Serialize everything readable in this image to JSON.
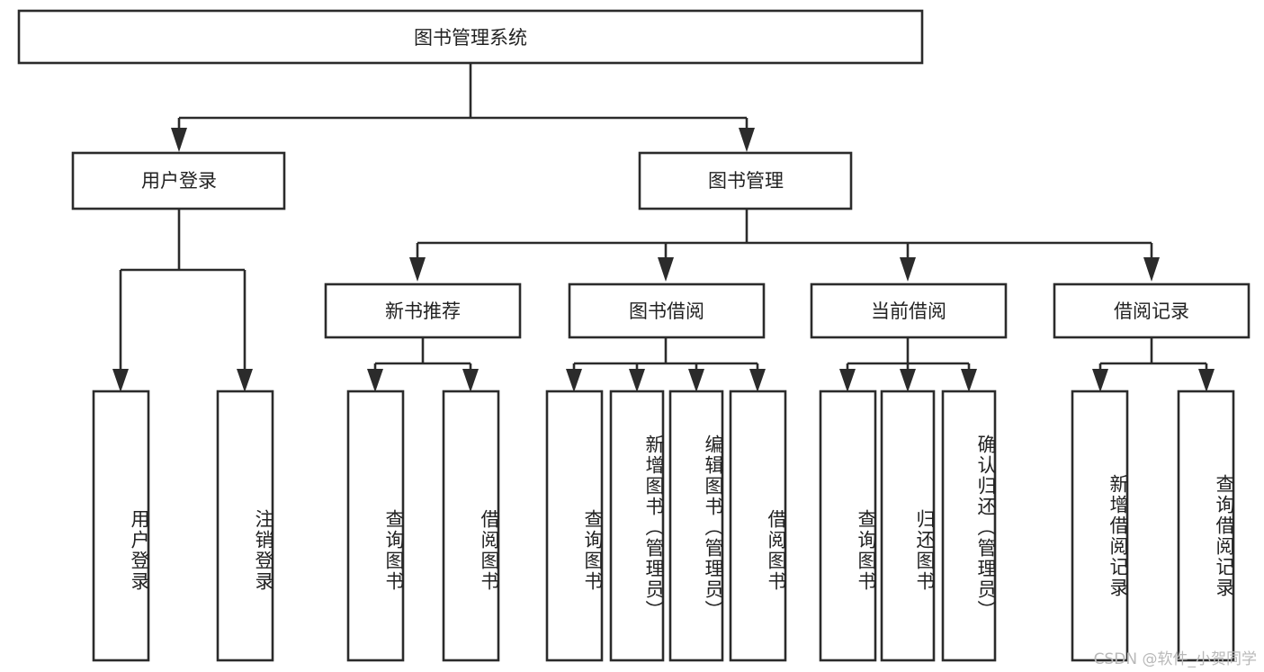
{
  "diagram": {
    "title": "图书管理系统",
    "type": "tree-hierarchy-diagram",
    "colors": {
      "box_stroke": "#2b2b2b",
      "box_fill": "#ffffff",
      "text": "#222222",
      "background": "#ffffff",
      "watermark": "#b9b9b9"
    },
    "root": {
      "id": "root",
      "label": "图书管理系统",
      "orientation": "horizontal"
    },
    "level2": [
      {
        "id": "user-login",
        "label": "用户登录",
        "orientation": "horizontal"
      },
      {
        "id": "book-management",
        "label": "图书管理",
        "orientation": "horizontal"
      }
    ],
    "level3": [
      {
        "id": "new-book-recommend",
        "label": "新书推荐",
        "orientation": "horizontal"
      },
      {
        "id": "book-borrow",
        "label": "图书借阅",
        "orientation": "horizontal"
      },
      {
        "id": "current-borrow",
        "label": "当前借阅",
        "orientation": "horizontal"
      },
      {
        "id": "borrow-record",
        "label": "借阅记录",
        "orientation": "horizontal"
      }
    ],
    "leaves": [
      {
        "id": "leaf-user-login",
        "label": "用户登录",
        "parent": "user-login",
        "orientation": "vertical"
      },
      {
        "id": "leaf-logout-login",
        "label": "注销登录",
        "parent": "user-login",
        "orientation": "vertical"
      },
      {
        "id": "leaf-query-books-rec",
        "label": "查询图书",
        "parent": "new-book-recommend",
        "orientation": "vertical"
      },
      {
        "id": "leaf-borrow-books-rec",
        "label": "借阅图书",
        "parent": "new-book-recommend",
        "orientation": "vertical"
      },
      {
        "id": "leaf-query-books-borrow",
        "label": "查询图书",
        "parent": "book-borrow",
        "orientation": "vertical"
      },
      {
        "id": "leaf-add-book-admin",
        "label": "新增图书（管理员）",
        "parent": "book-borrow",
        "orientation": "vertical"
      },
      {
        "id": "leaf-edit-book-admin",
        "label": "编辑图书（管理员）",
        "parent": "book-borrow",
        "orientation": "vertical"
      },
      {
        "id": "leaf-borrow-book",
        "label": "借阅图书",
        "parent": "book-borrow",
        "orientation": "vertical"
      },
      {
        "id": "leaf-query-books-current",
        "label": "查询图书",
        "parent": "current-borrow",
        "orientation": "vertical"
      },
      {
        "id": "leaf-return-book",
        "label": "归还图书",
        "parent": "current-borrow",
        "orientation": "vertical"
      },
      {
        "id": "leaf-confirm-return-admin",
        "label": "确认归还（管理员）",
        "parent": "current-borrow",
        "orientation": "vertical"
      },
      {
        "id": "leaf-add-borrow-record",
        "label": "新增借阅记录",
        "parent": "borrow-record",
        "orientation": "vertical"
      },
      {
        "id": "leaf-query-borrow-record",
        "label": "查询借阅记录",
        "parent": "borrow-record",
        "orientation": "vertical"
      }
    ],
    "watermark": "CSDN @软件_小贺同学"
  }
}
